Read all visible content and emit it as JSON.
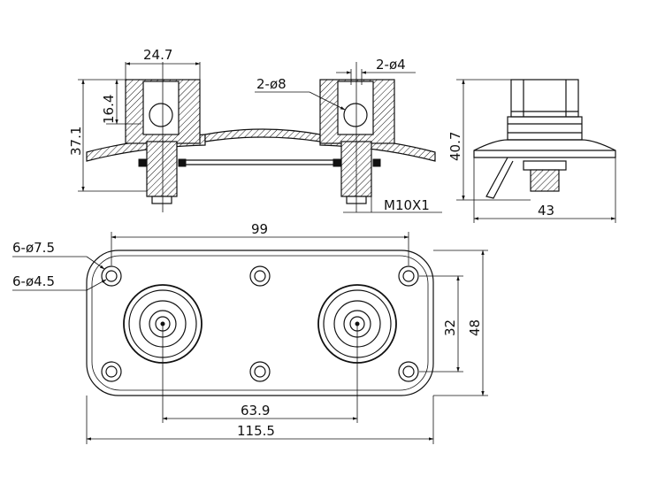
{
  "dimensions": {
    "front_width": "24.7",
    "front_socket_height": "16.4",
    "front_total_height": "37.1",
    "hole_small": "2-ø4",
    "hole_large": "2-ø8",
    "thread": "M10X1",
    "side_height": "40.7",
    "side_width": "43",
    "mount_hole_outer": "6-ø7.5",
    "mount_hole_inner": "6-ø4.5",
    "hole_spacing_x": "99",
    "hole_spacing_y": "32",
    "plate_height": "48",
    "post_spacing": "63.9",
    "plate_length": "115.5"
  }
}
